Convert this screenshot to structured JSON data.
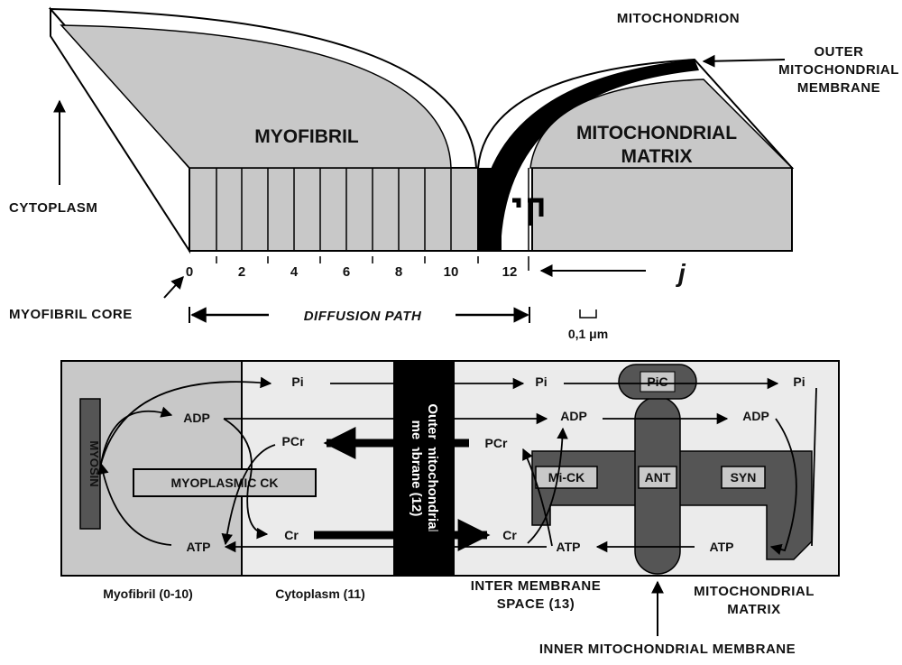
{
  "top": {
    "mitochondrion_label": "MITOCHONDRION",
    "outer_membrane_label": [
      "OUTER",
      "MITOCHONDRIAL",
      "MEMBRANE"
    ],
    "myofibril_label": "MYOFIBRIL",
    "matrix_label": [
      "MITOCHONDRIAL",
      "MATRIX"
    ],
    "cytoplasm_label": "CYTOPLASM",
    "core_label": "MYOFIBRIL CORE",
    "diffusion_label": "DIFFUSION PATH",
    "scale_label": "0,1 μm",
    "j_label": "j",
    "ticks": [
      "0",
      "2",
      "4",
      "6",
      "8",
      "10",
      "12"
    ]
  },
  "bottom": {
    "myosin": "MYOSIN",
    "myoplasmic_ck": "MYOPLASMIC CK",
    "outer_membrane_box": [
      "Outer mitochondrial",
      "membrane (12)"
    ],
    "pic": "PiC",
    "ant": "ANT",
    "syn": "SYN",
    "mi_ck": "Mi-CK",
    "metabolites": {
      "pi": "Pi",
      "adp": "ADP",
      "atp": "ATP",
      "pcr": "PCr",
      "cr": "Cr"
    },
    "region_labels": {
      "myofibril": "Myofibril (0-10)",
      "cytoplasm": "Cytoplasm (11)",
      "intermembrane": [
        "INTER MEMBRANE",
        "SPACE (13)"
      ],
      "matrix": [
        "MITOCHONDRIAL",
        "MATRIX"
      ],
      "inner_membrane": "INNER MITOCHONDRIAL MEMBRANE"
    }
  },
  "colors": {
    "gray_fill": "#c8c8c8",
    "light_fill": "#ebebeb",
    "dark_fill": "#555555",
    "black": "#000000"
  }
}
